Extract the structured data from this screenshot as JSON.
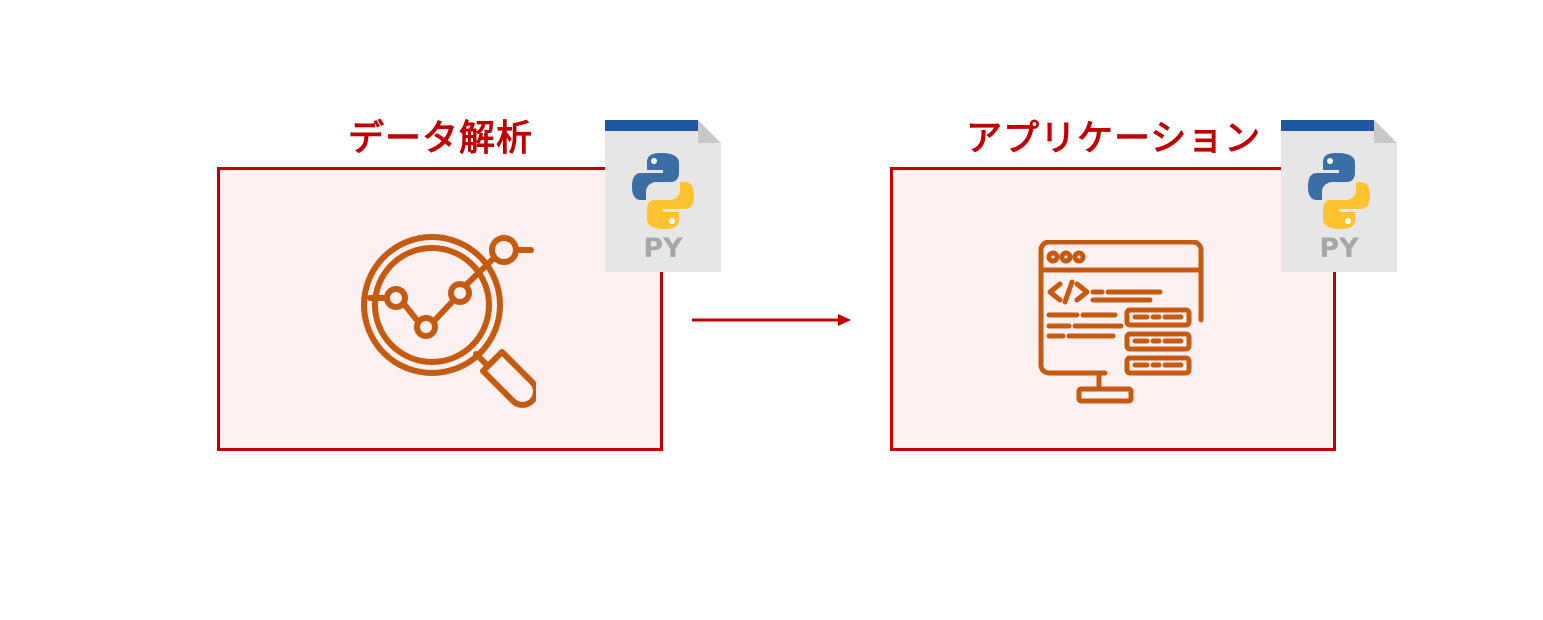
{
  "nodes": [
    {
      "label": "データ解析",
      "icon": "magnifier-chart-icon",
      "file_badge": "PY"
    },
    {
      "label": "アプリケーション",
      "icon": "code-monitor-server-icon",
      "file_badge": "PY"
    }
  ],
  "colors": {
    "accent": "#c00000",
    "box_fill": "#fdf0f0",
    "icon_stroke": "#c55a11",
    "file_body": "#e6e6e6",
    "file_fold": "#c8c8c8",
    "file_header": "#1f57a4",
    "file_text": "#a6a6a6",
    "python_blue": "#3a6ea5",
    "python_yellow": "#ffc331"
  }
}
